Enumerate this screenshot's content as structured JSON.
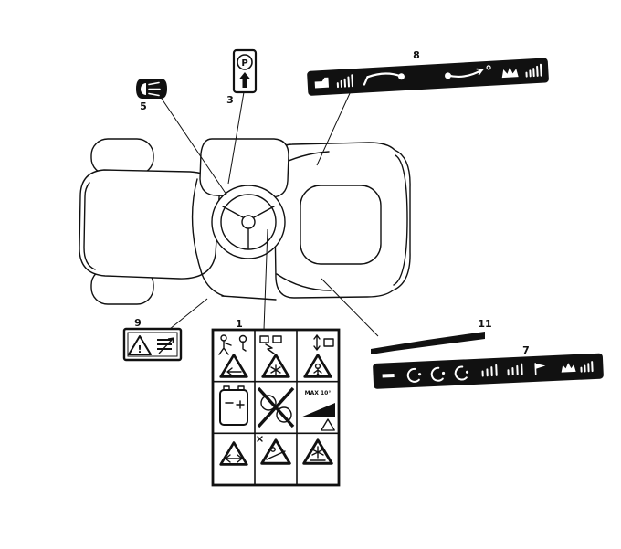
{
  "figure": {
    "background": "#ffffff",
    "ink": "#111111",
    "decal_fill": "#111111"
  },
  "callouts": {
    "n1": "1",
    "n3": "3",
    "n5": "5",
    "n7": "7",
    "n8": "8",
    "n9": "9",
    "n11": "11"
  },
  "decals": {
    "parking_brake": {
      "letter": "P"
    },
    "warning_small": {
      "exclamation": "!"
    },
    "safety_grid": {
      "slope_text": "MAX 10°"
    }
  },
  "icons": {
    "decal5": "headlight-icon",
    "decal3": [
      "parking-brake-icon",
      "up-arrow-icon"
    ],
    "decal8": [
      "oil-can-icon",
      "gauge-bars-icon",
      "lever-diagram-left-icon",
      "lever-diagram-right-icon",
      "crown-icon",
      "gauge-bars-icon"
    ],
    "decal9": [
      "warning-triangle-icon",
      "stacked-bars-arrow-icon"
    ],
    "decal1": [
      "operator-figure-icon",
      "battery-terminals-icon",
      "updown-arrow-icon",
      "battery-icon",
      "no-riders-icon",
      "slope-limit-icon",
      "warning-triangle-icon",
      "thrown-object-icon",
      "rotating-blade-icon"
    ],
    "decal7": [
      "choke-dash-icon",
      "spring-coil-icon",
      "gauge-bars-icon",
      "flag-icon",
      "crown-icon"
    ],
    "decal11": "trim-stripe"
  }
}
